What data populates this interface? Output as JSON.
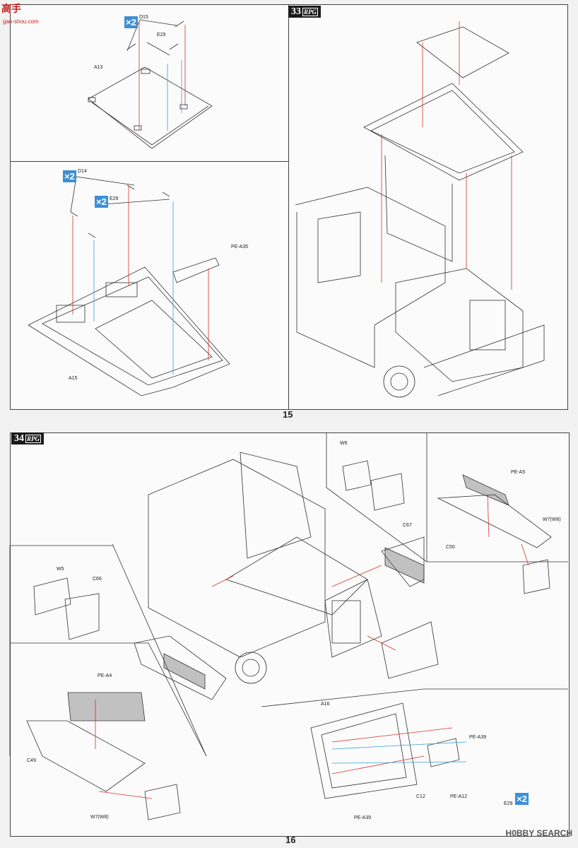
{
  "watermark": {
    "site_name": "高手",
    "site_url": "gao-shou.com",
    "bottom": "H0BBY SEARCH"
  },
  "pages": [
    {
      "number": "15",
      "step_number": "33",
      "step_brand": "RPG"
    },
    {
      "number": "16",
      "step_number": "34",
      "step_brand": "RPG"
    }
  ],
  "labels": {
    "p1a_d15": "D15",
    "p1a_e29": "E29",
    "p1a_a13": "A13",
    "p1a_x2": "×2",
    "p1b_d14": "D14",
    "p1b_e29": "E29",
    "p1b_pea35": "PE-A35",
    "p1b_a15": "A15",
    "p1b_x2a": "×2",
    "p1b_x2b": "×2",
    "p2_w6": "W6",
    "p2_c67": "C67",
    "p2_pea5": "PE-A5",
    "p2_w7a": "W7(W8)",
    "p2_c50": "C50",
    "p2_w5": "W5",
    "p2_c66": "C66",
    "p2_pea4": "PE-A4",
    "p2_c49": "C49",
    "p2_w7b": "W7(W8)",
    "p2_a16": "A16",
    "p2_pea39a": "PE-A39",
    "p2_c12": "C12",
    "p2_pea12": "PE-A12",
    "p2_e29": "E29",
    "p2_x2": "×2",
    "p2_pea39b": "PE-A39"
  },
  "colors": {
    "red_guide": "#d8322a",
    "blue_guide": "#3aa0d8",
    "badge": "#3d8fd6",
    "line": "#333333"
  }
}
